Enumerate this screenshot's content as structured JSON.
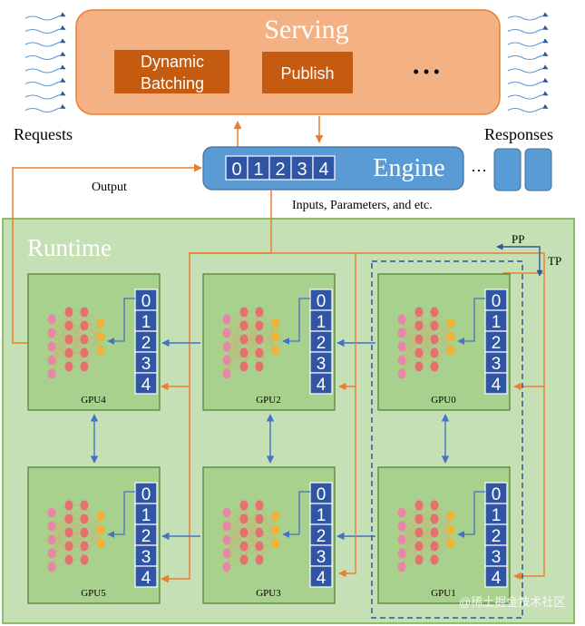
{
  "serving": {
    "title": "Serving",
    "dynamic_batching_line1": "Dynamic",
    "dynamic_batching_line2": "Batching",
    "publish": "Publish",
    "more": "• • •"
  },
  "requests_label": "Requests",
  "responses_label": "Responses",
  "output_label": "Output",
  "inputs_label": "Inputs, Parameters, and etc.",
  "engine": {
    "title": "Engine",
    "queue": [
      "0",
      "1",
      "2",
      "3",
      "4"
    ],
    "ellipsis": "···"
  },
  "runtime": {
    "title": "Runtime",
    "pp_label": "PP",
    "tp_label": "TP",
    "gpus": [
      {
        "name": "GPU4"
      },
      {
        "name": "GPU2"
      },
      {
        "name": "GPU0"
      },
      {
        "name": "GPU5"
      },
      {
        "name": "GPU3"
      },
      {
        "name": "GPU1"
      }
    ],
    "stack": [
      "0",
      "1",
      "2",
      "3",
      "4"
    ]
  },
  "watermark": "@稀土掘金技术社区",
  "colors": {
    "serving_fill": "#f4b183",
    "serving_stroke": "#ed7d31",
    "box_fill": "#c55a11",
    "engine_fill": "#5b9bd5",
    "stack_fill": "#2f55a4",
    "runtime_fill": "#c5e0b4",
    "gpu_fill": "#a9d18e",
    "arrow_orange": "#ed7d31",
    "arrow_blue": "#4472c4"
  }
}
